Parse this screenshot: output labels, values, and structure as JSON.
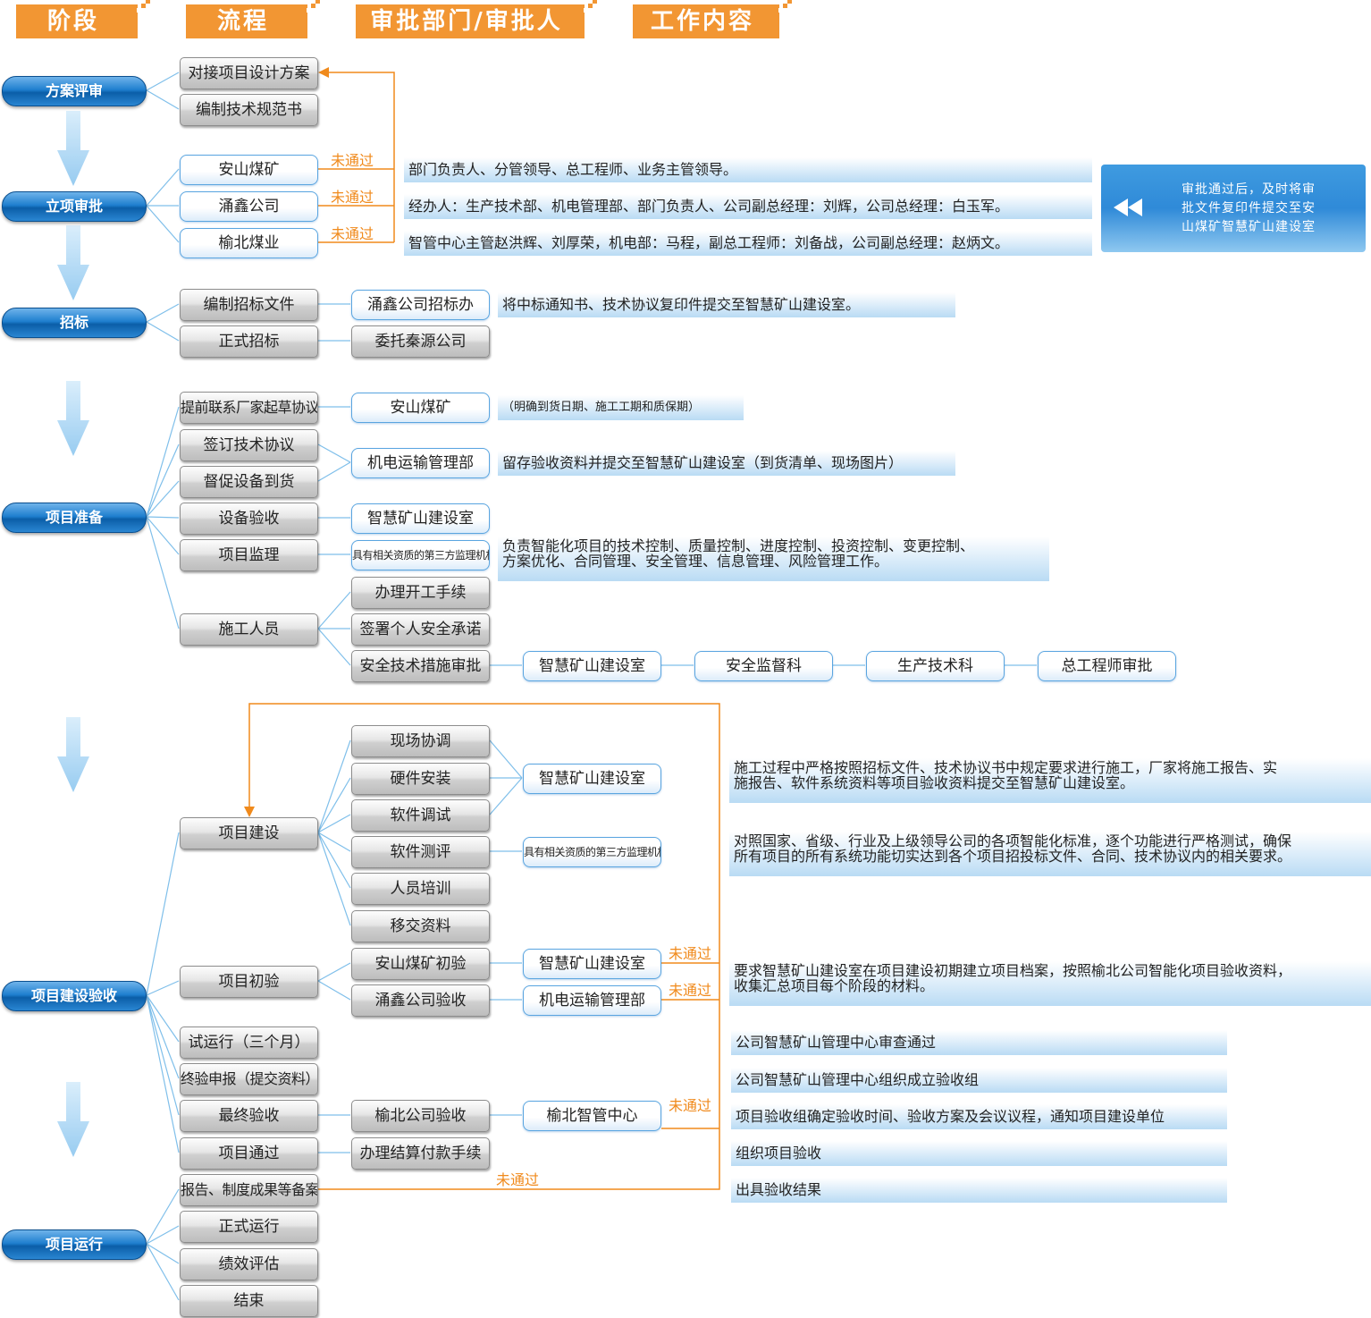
{
  "headers": [
    "阶段",
    "流程",
    "审批部门/审批人",
    "工作内容"
  ],
  "stages": [
    "方案评审",
    "立项审批",
    "招标",
    "项目准备",
    "项目建设验收",
    "项目运行"
  ],
  "flow": {
    "f1": "对接项目设计方案",
    "f2": "编制技术规范书",
    "f3": "编制招标文件",
    "f4": "正式招标",
    "f5": "提前联系厂家起草协议",
    "f6": "签订技术协议",
    "f7": "督促设备到货",
    "f8": "设备验收",
    "f9": "项目监理",
    "f10": "施工人员",
    "f11": "项目建设",
    "f12": "项目初验",
    "f13": "试运行（三个月）",
    "f14": "终验申报（提交资料）",
    "f15": "最终验收",
    "f16": "项目通过",
    "f17": "报告、制度成果等备案",
    "f18": "正式运行",
    "f19": "绩效评估",
    "f20": "结束"
  },
  "approval": {
    "a1": "安山煤矿",
    "a2": "涌鑫公司",
    "a3": "榆北煤业",
    "a4": "涌鑫公司招标办",
    "a5": "委托秦源公司",
    "a6": "安山煤矿",
    "a7": "机电运输管理部",
    "a8": "智慧矿山建设室",
    "a9": "具有相关资质的第三方监理机构",
    "a10": "办理开工手续",
    "a11": "签署个人安全承诺",
    "a12": "安全技术措施审批",
    "a13": "智慧矿山建设室",
    "a14": "安全监督科",
    "a15": "生产技术科",
    "a16": "总工程师审批",
    "a17": "现场协调",
    "a18": "硬件安装",
    "a19": "软件调试",
    "a20": "软件测评",
    "a21": "人员培训",
    "a22": "移交资料",
    "a23": "智慧矿山建设室",
    "a24": "具有相关资质的第三方监理机构",
    "a25": "安山煤矿初验",
    "a26": "涌鑫公司验收",
    "a27": "智慧矿山建设室",
    "a28": "机电运输管理部",
    "a29": "榆北公司验收",
    "a30": "办理结算付款手续",
    "a31": "榆北智管中心"
  },
  "fail_label": "未通过",
  "content": {
    "c1": "部门负责人、分管领导、总工程师、业务主管领导。",
    "c2": "经办人：生产技术部、机电管理部、部门负责人、公司副总经理：刘辉，公司总经理：白玉军。",
    "c3": "智管中心主管赵洪辉、刘厚荣，机电部：马程，副总工程师：刘备战，公司副总经理：赵炳文。",
    "c4": "将中标通知书、技术协议复印件提交至智慧矿山建设室。",
    "c5": "（明确到货日期、施工工期和质保期）",
    "c6": "留存验收资料并提交至智慧矿山建设室（到货清单、现场图片）",
    "c7a": "负责智能化项目的技术控制、质量控制、进度控制、投资控制、变更控制、",
    "c7b": "方案优化、合同管理、安全管理、信息管理、风险管理工作。",
    "c8a": "施工过程中严格按照招标文件、技术协议书中规定要求进行施工，厂家将施工报告、实",
    "c8b": "施报告、软件系统资料等项目验收资料提交至智慧矿山建设室。",
    "c9a": "对照国家、省级、行业及上级领导公司的各项智能化标准，逐个功能进行严格测试，确保",
    "c9b": "所有项目的所有系统功能切实达到各个项目招投标文件、合同、技术协议内的相关要求。",
    "c10a": "要求智慧矿山建设室在项目建设初期建立项目档案，按照榆北公司智能化项目验收资料，",
    "c10b": "收集汇总项目每个阶段的材料。",
    "c11": "公司智慧矿山管理中心审查通过",
    "c12": "公司智慧矿山管理中心组织成立验收组",
    "c13": "项目验收组确定验收时间、验收方案及会议议程，通知项目建设单位",
    "c14": "组织项目验收",
    "c15": "出具验收结果"
  },
  "callout": {
    "line1": "审批通过后，及时将审",
    "line2": "批文件复印件提交至安",
    "line3": "山煤矿智慧矿山建设室"
  },
  "colors": {
    "header": "#f29633",
    "stage": "#1f7fcf",
    "fail_line": "#f08a1c",
    "link": "#7fbfea"
  }
}
